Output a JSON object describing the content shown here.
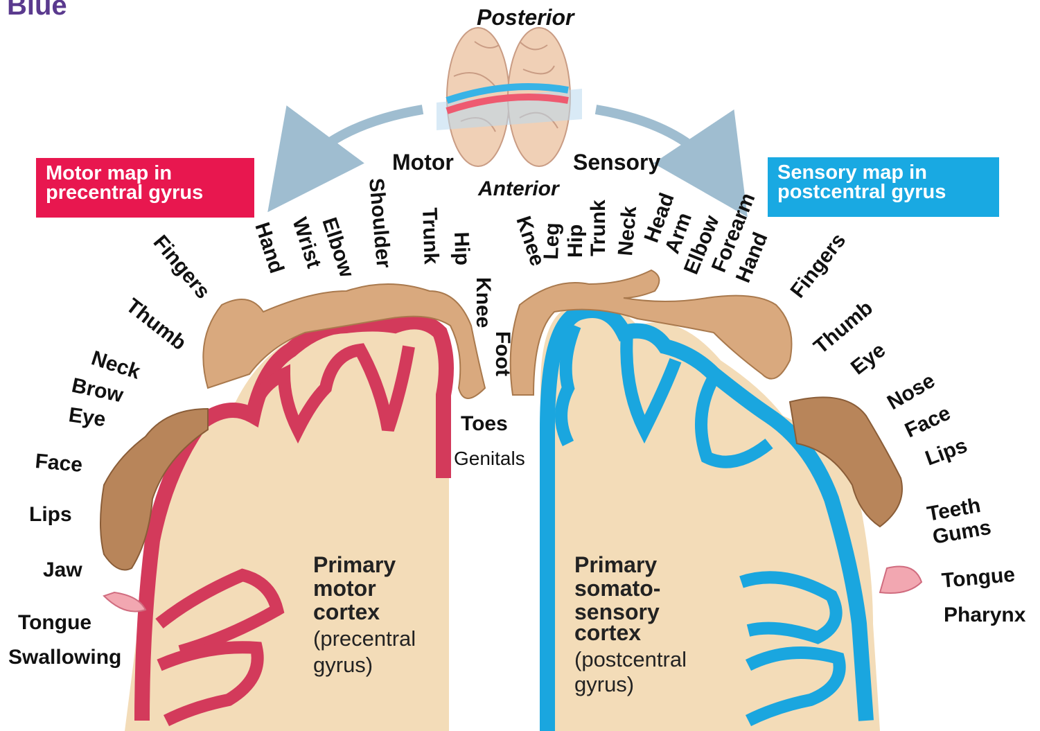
{
  "corner_title": "Blue",
  "orientation": {
    "posterior": "Posterior",
    "anterior": "Anterior",
    "motor": "Motor",
    "sensory": "Sensory"
  },
  "motor_box": {
    "line1": "Motor map in",
    "line2": "precentral gyrus"
  },
  "sensory_box": {
    "line1": "Sensory map in",
    "line2": "postcentral gyrus"
  },
  "motor_labels": [
    "Fingers",
    "Thumb",
    "Neck",
    "Brow",
    "Eye",
    "Face",
    "Lips",
    "Jaw",
    "Tongue",
    "Swallowing",
    "Hand",
    "Wrist",
    "Elbow",
    "Shoulder",
    "Trunk",
    "Hip",
    "Knee",
    "Foot",
    "Toes"
  ],
  "sensory_labels": [
    "Genitals",
    "Knee",
    "Leg",
    "Hip",
    "Trunk",
    "Neck",
    "Head",
    "Arm",
    "Elbow",
    "Forearm",
    "Hand",
    "Fingers",
    "Thumb",
    "Eye",
    "Nose",
    "Face",
    "Lips",
    "Teeth",
    "Gums",
    "Tongue",
    "Pharynx"
  ],
  "motor_cortex": {
    "l1": "Primary",
    "l2": "motor",
    "l3": "cortex",
    "l4": "(precentral",
    "l5": "gyrus)"
  },
  "sensory_cortex": {
    "l1": "Primary",
    "l2": "somato-",
    "l3": "sensory",
    "l4": "cortex",
    "l5": "(postcentral",
    "l6": "gyrus)"
  },
  "colors": {
    "motor_accent": "#e8174f",
    "sensory_accent": "#19a9e2",
    "brain_tissue": "#f3dcb8",
    "homunculus_skin": "#d9a97e",
    "face_skin": "#b8855a",
    "arrow": "#9fbdd0",
    "corner_title": "#5a3a8e"
  }
}
